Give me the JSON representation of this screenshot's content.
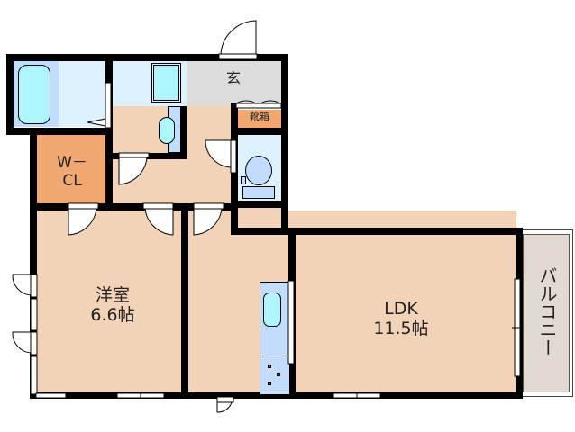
{
  "colors": {
    "wall": "#000000",
    "floor_room": "#f2d3b8",
    "floor_wet": "#def2fd",
    "bath_tile": "#c2ddfb",
    "fixture_water": "#adf6fd",
    "entrance": "#dcdcdc",
    "closet": "#f0a870",
    "balcony": "#e2d9d2"
  },
  "rooms": {
    "western_room": {
      "name": "洋室",
      "size": "6.6帖"
    },
    "ldk": {
      "name": "LDK",
      "size": "11.5帖"
    },
    "walk_in_closet": {
      "line1": "W－",
      "line2": "CL"
    },
    "entrance": {
      "name": "玄"
    },
    "shoe_box": {
      "name": "靴箱"
    },
    "balcony": {
      "name": "バルコニー"
    }
  }
}
